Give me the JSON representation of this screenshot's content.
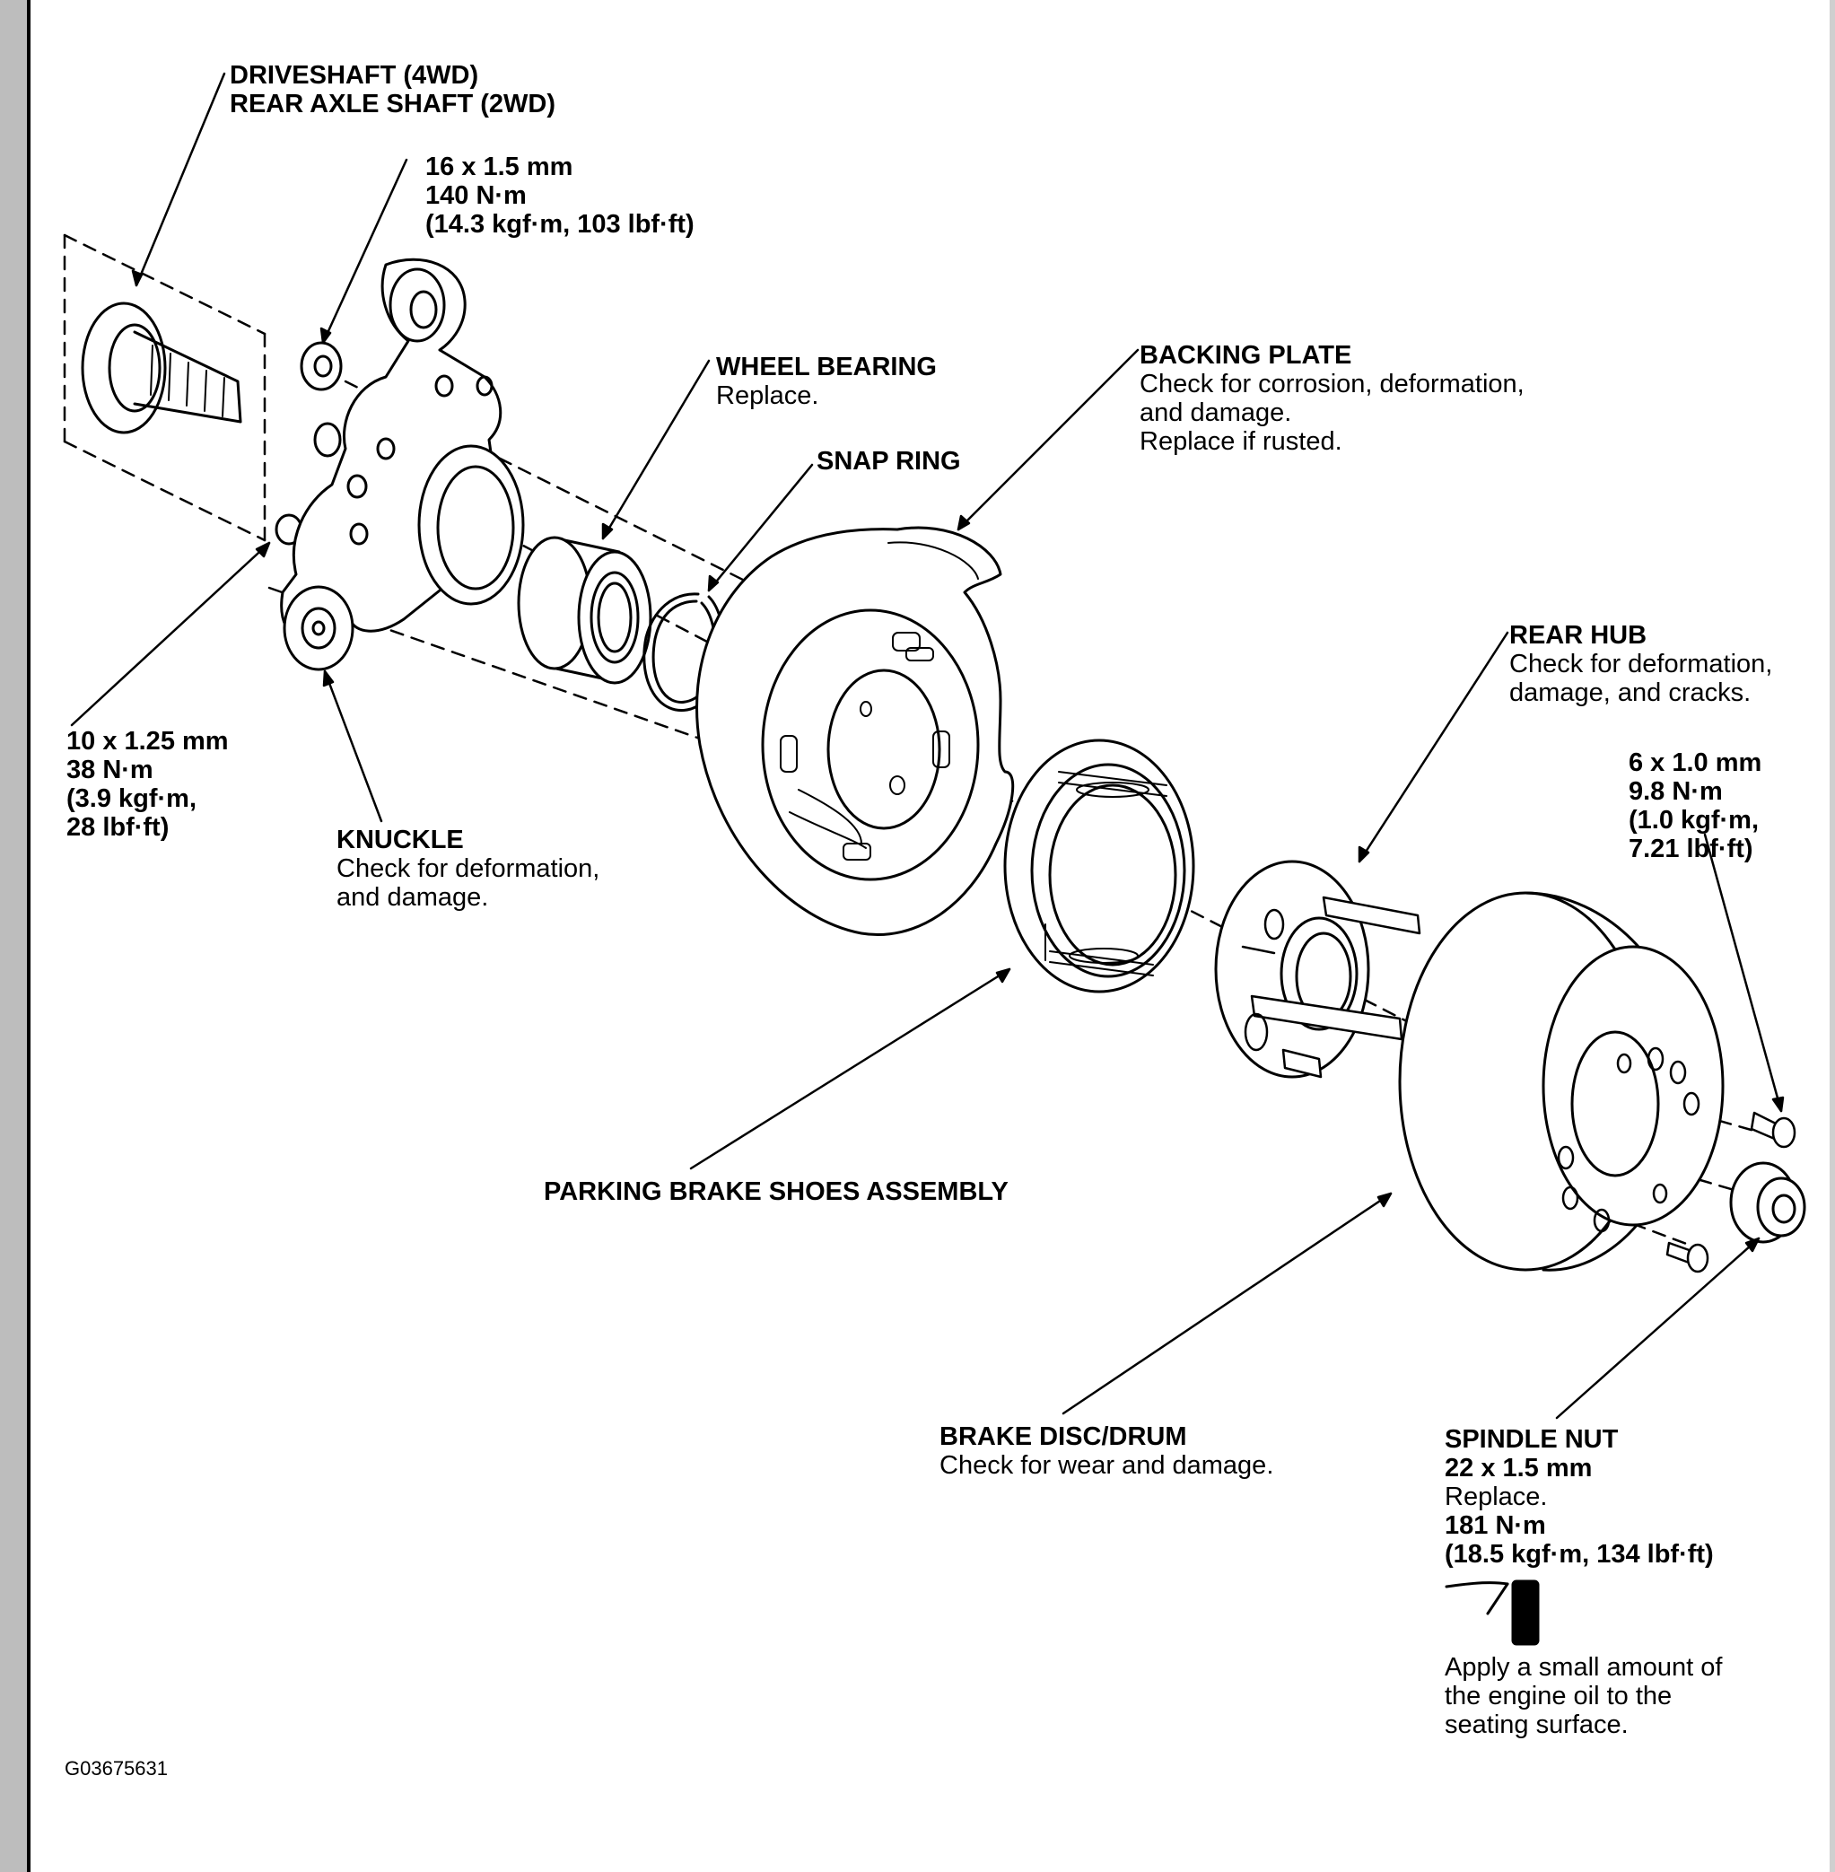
{
  "labels": {
    "driveshaft": {
      "line1": "DRIVESHAFT (4WD)",
      "line2": "REAR AXLE SHAFT (2WD)"
    },
    "knuckle_bolt_upper": {
      "size": "16 x 1.5 mm",
      "torque": "140 N·m",
      "torque_alt": "(14.3 kgf·m, 103 lbf·ft)"
    },
    "wheel_bearing": {
      "title": "WHEEL BEARING",
      "note": "Replace."
    },
    "snap_ring": {
      "title": "SNAP RING"
    },
    "backing_plate": {
      "title": "BACKING PLATE",
      "note1": "Check for corrosion, deformation,",
      "note2": "and damage.",
      "note3": "Replace if rusted."
    },
    "rear_hub": {
      "title": "REAR HUB",
      "note1": "Check for deformation,",
      "note2": "damage, and cracks."
    },
    "screw": {
      "size": "6 x 1.0 mm",
      "torque": "9.8 N·m",
      "torque_alt1": "(1.0 kgf·m,",
      "torque_alt2": "7.21 lbf·ft)"
    },
    "knuckle_bolt_lower": {
      "size": "10 x 1.25 mm",
      "torque": "38 N·m",
      "torque_alt1": "(3.9 kgf·m,",
      "torque_alt2": "28 lbf·ft)"
    },
    "knuckle": {
      "title": "KNUCKLE",
      "note1": "Check for deformation,",
      "note2": "and damage."
    },
    "parking_brake": {
      "title": "PARKING BRAKE SHOES ASSEMBLY"
    },
    "brake_disc": {
      "title": "BRAKE DISC/DRUM",
      "note": "Check for wear and damage."
    },
    "spindle_nut": {
      "title": "SPINDLE NUT",
      "size": "22 x 1.5 mm",
      "note": "Replace.",
      "torque": "181 N·m",
      "torque_alt": "(18.5 kgf·m, 134 lbf·ft)"
    },
    "oil_note": {
      "line1": "Apply a small amount of",
      "line2": "the engine oil to the",
      "line3": "seating surface."
    }
  },
  "figure_code": "G03675631"
}
